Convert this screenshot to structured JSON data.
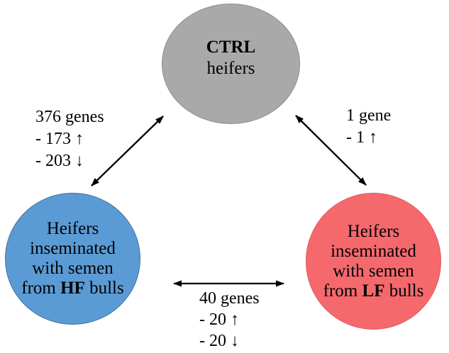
{
  "nodes": {
    "ctrl": {
      "title": "CTRL",
      "subtitle": "heifers",
      "fill": "#a9a9a9",
      "border": "#8e8e8e"
    },
    "hf": {
      "line1": "Heifers",
      "line2": "inseminated",
      "line3": "with semen",
      "line4_pre": "from ",
      "line4_bold": "HF",
      "line4_post": " bulls",
      "fill": "#5b9bd5",
      "border": "#41719c"
    },
    "lf": {
      "line1": "Heifers",
      "line2": "inseminated",
      "line3": "with semen",
      "line4_pre": "from ",
      "line4_bold": "LF",
      "line4_post": " bulls",
      "fill": "#f5696d",
      "border": "#e05a5e"
    }
  },
  "annotations": {
    "ctrl_hf": {
      "line1": "376 genes",
      "line2": "- 173 ↑",
      "line3": "- 203 ↓"
    },
    "ctrl_lf": {
      "line1": "1 gene",
      "line2": "- 1 ↑"
    },
    "hf_lf": {
      "line1": "40 genes",
      "line2": "- 20 ↑",
      "line3": "- 20 ↓"
    }
  },
  "arrow_color": "#000000"
}
